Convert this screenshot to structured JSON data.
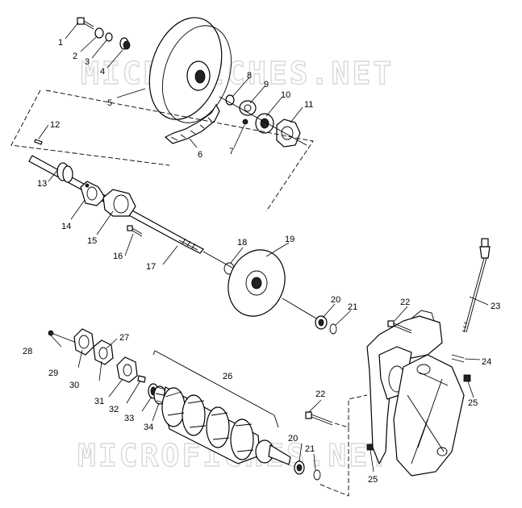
{
  "watermark": "MICROFICHES.NET",
  "colors": {
    "ink": "#000000",
    "watermark": "#d8d8d8",
    "background": "#ffffff"
  },
  "callouts": [
    {
      "id": "c1",
      "text": "1"
    },
    {
      "id": "c2",
      "text": "2"
    },
    {
      "id": "c3",
      "text": "3"
    },
    {
      "id": "c4",
      "text": "4"
    },
    {
      "id": "c5",
      "text": "5"
    },
    {
      "id": "c6",
      "text": "6"
    },
    {
      "id": "c7",
      "text": "7"
    },
    {
      "id": "c8",
      "text": "8"
    },
    {
      "id": "c9",
      "text": "9"
    },
    {
      "id": "c10",
      "text": "10"
    },
    {
      "id": "c11",
      "text": "11"
    },
    {
      "id": "c12",
      "text": "12"
    },
    {
      "id": "c13",
      "text": "13"
    },
    {
      "id": "c14",
      "text": "14"
    },
    {
      "id": "c15",
      "text": "15"
    },
    {
      "id": "c16",
      "text": "16"
    },
    {
      "id": "c17",
      "text": "17"
    },
    {
      "id": "c18",
      "text": "18"
    },
    {
      "id": "c19",
      "text": "19"
    },
    {
      "id": "c20a",
      "text": "20"
    },
    {
      "id": "c21a",
      "text": "21"
    },
    {
      "id": "c22a",
      "text": "22"
    },
    {
      "id": "c23",
      "text": "23"
    },
    {
      "id": "c24",
      "text": "24"
    },
    {
      "id": "c25a",
      "text": "25"
    },
    {
      "id": "c26",
      "text": "26"
    },
    {
      "id": "c27",
      "text": "27"
    },
    {
      "id": "c28",
      "text": "28"
    },
    {
      "id": "c29",
      "text": "29"
    },
    {
      "id": "c30",
      "text": "30"
    },
    {
      "id": "c31",
      "text": "31"
    },
    {
      "id": "c32",
      "text": "32"
    },
    {
      "id": "c33",
      "text": "33"
    },
    {
      "id": "c34",
      "text": "34"
    },
    {
      "id": "c22b",
      "text": "22"
    },
    {
      "id": "c20b",
      "text": "20"
    },
    {
      "id": "c21b",
      "text": "21"
    },
    {
      "id": "c25b",
      "text": "25"
    }
  ]
}
